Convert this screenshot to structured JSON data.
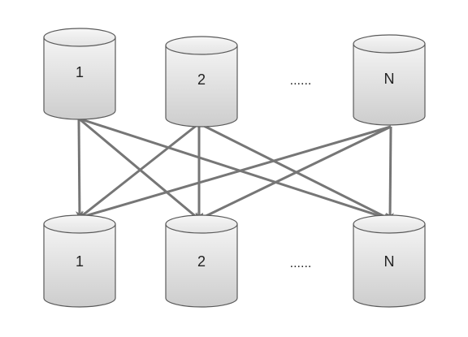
{
  "top_row": {
    "nodes": [
      {
        "label": "1"
      },
      {
        "label": "2"
      },
      {
        "label": "N"
      }
    ],
    "ellipsis": "......"
  },
  "bottom_row": {
    "nodes": [
      {
        "label": "1"
      },
      {
        "label": "2"
      },
      {
        "label": "N"
      }
    ],
    "ellipsis": "......"
  },
  "edges": [
    {
      "from": "top.1",
      "to": "bottom.1"
    },
    {
      "from": "top.1",
      "to": "bottom.2"
    },
    {
      "from": "top.1",
      "to": "bottom.N"
    },
    {
      "from": "top.2",
      "to": "bottom.1"
    },
    {
      "from": "top.2",
      "to": "bottom.2"
    },
    {
      "from": "top.2",
      "to": "bottom.N"
    },
    {
      "from": "top.N",
      "to": "bottom.1"
    },
    {
      "from": "top.N",
      "to": "bottom.2"
    },
    {
      "from": "top.N",
      "to": "bottom.N"
    }
  ],
  "colors": {
    "edge": "#767676",
    "cylinder_stroke": "#5a5a5a",
    "cylinder_fill_light": "#f2f2f2",
    "cylinder_fill_dark": "#cfcfcf"
  }
}
